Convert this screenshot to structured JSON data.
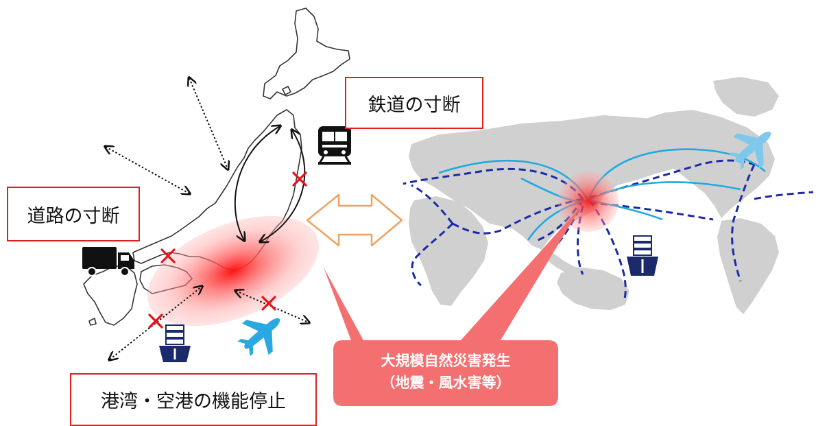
{
  "labels": {
    "rail": "鉄道の寸断",
    "road": "道路の寸断",
    "port": "港湾・空港の機能停止"
  },
  "callout": {
    "line1": "大規模自然災害発生",
    "line2": "（地震・風水害等）"
  },
  "colors": {
    "box_border": "#e0201f",
    "callout_fill": "#f46f6f",
    "epicenter": "#ff1e1e",
    "cross_mark": "#e8101a",
    "exchange_arrow": "#f0a060",
    "sea_route": "#1a2aa8",
    "air_route": "#1ea9e2",
    "land": "#d0d0d0"
  },
  "icons": [
    "train-icon",
    "truck-icon",
    "ship-icon",
    "airplane-icon"
  ]
}
